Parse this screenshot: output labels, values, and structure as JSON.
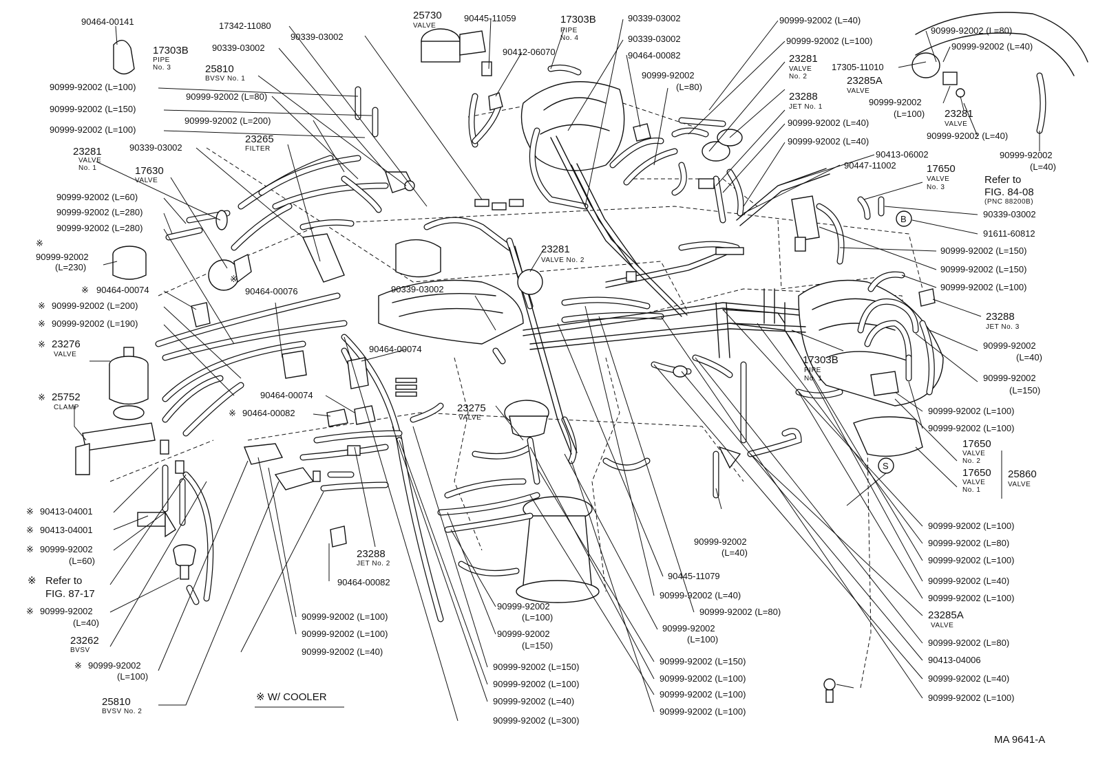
{
  "diagram": {
    "code": "MA 9641-A",
    "note": "※ W/ COOLER",
    "star": "※",
    "labels": [
      {
        "id": "l1",
        "text": "90464-00141"
      },
      {
        "id": "l2",
        "text": "17303B"
      },
      {
        "id": "l2a",
        "text": "PIPE"
      },
      {
        "id": "l2b",
        "text": "No. 3"
      },
      {
        "id": "l3",
        "text": "90999-92002 (L=100)"
      },
      {
        "id": "l4",
        "text": "90999-92002 (L=150)"
      },
      {
        "id": "l5",
        "text": "90999-92002 (L=100)"
      },
      {
        "id": "l6",
        "text": "23281"
      },
      {
        "id": "l6a",
        "text": "VALVE"
      },
      {
        "id": "l6b",
        "text": "No. 1"
      },
      {
        "id": "l7",
        "text": "17630"
      },
      {
        "id": "l7a",
        "text": "VALVE"
      },
      {
        "id": "l8",
        "text": "90999-92002 (L=60)"
      },
      {
        "id": "l9",
        "text": "90999-92002 (L=280)"
      },
      {
        "id": "l10",
        "text": "90999-92002 (L=280)"
      },
      {
        "id": "l11",
        "text": "90999-92002"
      },
      {
        "id": "l11a",
        "text": "(L=230)"
      },
      {
        "id": "l12",
        "text": "90464-00074"
      },
      {
        "id": "l13",
        "text": "90999-92002 (L=200)"
      },
      {
        "id": "l14",
        "text": "90999-92002 (L=190)"
      },
      {
        "id": "l15",
        "text": "23276"
      },
      {
        "id": "l15a",
        "text": "VALVE"
      },
      {
        "id": "l16",
        "text": "25752"
      },
      {
        "id": "l16a",
        "text": "CLAMP"
      },
      {
        "id": "l17",
        "text": "90413-04001"
      },
      {
        "id": "l18",
        "text": "90413-04001"
      },
      {
        "id": "l19",
        "text": "90999-92002"
      },
      {
        "id": "l19a",
        "text": "(L=60)"
      },
      {
        "id": "l20",
        "text": "Refer to"
      },
      {
        "id": "l20a",
        "text": "FIG. 87-17"
      },
      {
        "id": "l21",
        "text": "90999-92002"
      },
      {
        "id": "l21a",
        "text": "(L=40)"
      },
      {
        "id": "l22",
        "text": "23262"
      },
      {
        "id": "l22a",
        "text": "BVSV"
      },
      {
        "id": "l23",
        "text": "90999-92002"
      },
      {
        "id": "l23a",
        "text": "(L=100)"
      },
      {
        "id": "l24",
        "text": "25810"
      },
      {
        "id": "l24a",
        "text": "BVSV No. 2"
      },
      {
        "id": "l25",
        "text": "17342-11080"
      },
      {
        "id": "l26",
        "text": "90339-03002"
      },
      {
        "id": "l27",
        "text": "90339-03002"
      },
      {
        "id": "l28",
        "text": "25810"
      },
      {
        "id": "l28a",
        "text": "BVSV No. 1"
      },
      {
        "id": "l29",
        "text": "90999-92002 (L=80)"
      },
      {
        "id": "l30",
        "text": "90999-92002 (L=200)"
      },
      {
        "id": "l31",
        "text": "23265"
      },
      {
        "id": "l31a",
        "text": "FILTER"
      },
      {
        "id": "l32",
        "text": "90339-03002"
      },
      {
        "id": "l33",
        "text": "90464-00076"
      },
      {
        "id": "l34",
        "text": "25730"
      },
      {
        "id": "l34a",
        "text": "VALVE"
      },
      {
        "id": "l35",
        "text": "90445-11059"
      },
      {
        "id": "l36",
        "text": "90412-06070"
      },
      {
        "id": "l37",
        "text": "17303B"
      },
      {
        "id": "l37a",
        "text": "PIPE"
      },
      {
        "id": "l37b",
        "text": "No. 4"
      },
      {
        "id": "l38",
        "text": "90339-03002"
      },
      {
        "id": "l39",
        "text": "90339-03002"
      },
      {
        "id": "l40",
        "text": "90464-00082"
      },
      {
        "id": "l41",
        "text": "90999-92002"
      },
      {
        "id": "l41a",
        "text": "(L=80)"
      },
      {
        "id": "l42",
        "text": "23281"
      },
      {
        "id": "l42a",
        "text": "VALVE No. 2"
      },
      {
        "id": "l43",
        "text": "90339-03002"
      },
      {
        "id": "l44",
        "text": "90464-00074"
      },
      {
        "id": "l45",
        "text": "90464-00074"
      },
      {
        "id": "l46",
        "text": "90464-00082"
      },
      {
        "id": "l47",
        "text": "23275"
      },
      {
        "id": "l47a",
        "text": "VALVE"
      },
      {
        "id": "l48",
        "text": "23288"
      },
      {
        "id": "l48a",
        "text": "JET No. 2"
      },
      {
        "id": "l49",
        "text": "90464-00082"
      },
      {
        "id": "l50",
        "text": "90999-92002 (L=100)"
      },
      {
        "id": "l51",
        "text": "90999-92002 (L=100)"
      },
      {
        "id": "l52",
        "text": "90999-92002 (L=40)"
      },
      {
        "id": "l53",
        "text": "90999-92002"
      },
      {
        "id": "l53a",
        "text": "(L=100)"
      },
      {
        "id": "l54",
        "text": "90999-92002"
      },
      {
        "id": "l54a",
        "text": "(L=150)"
      },
      {
        "id": "l55",
        "text": "90999-92002 (L=150)"
      },
      {
        "id": "l56",
        "text": "90999-92002 (L=100)"
      },
      {
        "id": "l57",
        "text": "90999-92002 (L=40)"
      },
      {
        "id": "l58",
        "text": "90999-92002 (L=300)"
      },
      {
        "id": "l59",
        "text": "90445-11079"
      },
      {
        "id": "l60",
        "text": "90999-92002 (L=40)"
      },
      {
        "id": "l61",
        "text": "90999-92002 (L=80)"
      },
      {
        "id": "l62",
        "text": "90999-92002"
      },
      {
        "id": "l62a",
        "text": "(L=100)"
      },
      {
        "id": "l63",
        "text": "90999-92002 (L=150)"
      },
      {
        "id": "l64",
        "text": "90999-92002 (L=100)"
      },
      {
        "id": "l65",
        "text": "90999-92002 (L=100)"
      },
      {
        "id": "l66",
        "text": "90999-92002 (L=100)"
      },
      {
        "id": "l67",
        "text": "90999-92002"
      },
      {
        "id": "l67a",
        "text": "(L=40)"
      },
      {
        "id": "l68",
        "text": "90999-92002 (L=40)"
      },
      {
        "id": "l69",
        "text": "90999-92002 (L=100)"
      },
      {
        "id": "l70",
        "text": "23281"
      },
      {
        "id": "l70a",
        "text": "VALVE"
      },
      {
        "id": "l70b",
        "text": "No. 2"
      },
      {
        "id": "l71",
        "text": "23285A"
      },
      {
        "id": "l71a",
        "text": "VALVE"
      },
      {
        "id": "l72",
        "text": "23288"
      },
      {
        "id": "l72a",
        "text": "JET No. 1"
      },
      {
        "id": "l73",
        "text": "90999-92002 (L=40)"
      },
      {
        "id": "l74",
        "text": "90999-92002 (L=40)"
      },
      {
        "id": "l75",
        "text": "90413-06002"
      },
      {
        "id": "l76",
        "text": "90447-11002"
      },
      {
        "id": "l77",
        "text": "90999-92002 (L=80)"
      },
      {
        "id": "l78",
        "text": "90999-92002 (L=40)"
      },
      {
        "id": "l79",
        "text": "17305-11010"
      },
      {
        "id": "l80",
        "text": "90999-92002"
      },
      {
        "id": "l80a",
        "text": "(L=100)"
      },
      {
        "id": "l81",
        "text": "23281"
      },
      {
        "id": "l81a",
        "text": "VALVE"
      },
      {
        "id": "l82",
        "text": "90999-92002 (L=40)"
      },
      {
        "id": "l83",
        "text": "90999-92002"
      },
      {
        "id": "l83a",
        "text": "(L=40)"
      },
      {
        "id": "l84",
        "text": "17650"
      },
      {
        "id": "l84a",
        "text": "VALVE"
      },
      {
        "id": "l84b",
        "text": "No. 3"
      },
      {
        "id": "l85",
        "text": "Refer to"
      },
      {
        "id": "l85a",
        "text": "FIG. 84-08"
      },
      {
        "id": "l85b",
        "text": "(PNC 88200B)"
      },
      {
        "id": "l86",
        "text": "90339-03002"
      },
      {
        "id": "l87",
        "text": "91611-60812"
      },
      {
        "id": "l88",
        "text": "90999-92002 (L=150)"
      },
      {
        "id": "l89",
        "text": "90999-92002 (L=150)"
      },
      {
        "id": "l90",
        "text": "90999-92002 (L=100)"
      },
      {
        "id": "l91",
        "text": "23288"
      },
      {
        "id": "l91a",
        "text": "JET No. 3"
      },
      {
        "id": "l92",
        "text": "90999-92002"
      },
      {
        "id": "l92a",
        "text": "(L=40)"
      },
      {
        "id": "l93",
        "text": "90999-92002"
      },
      {
        "id": "l93a",
        "text": "(L=150)"
      },
      {
        "id": "l94",
        "text": "17303B"
      },
      {
        "id": "l94a",
        "text": "PIPE"
      },
      {
        "id": "l94b",
        "text": "No. 1"
      },
      {
        "id": "l95",
        "text": "90999-92002 (L=100)"
      },
      {
        "id": "l96",
        "text": "90999-92002 (L=100)"
      },
      {
        "id": "l97",
        "text": "17650"
      },
      {
        "id": "l97a",
        "text": "VALVE"
      },
      {
        "id": "l97b",
        "text": "No. 2"
      },
      {
        "id": "l98",
        "text": "17650"
      },
      {
        "id": "l98a",
        "text": "VALVE"
      },
      {
        "id": "l98b",
        "text": "No. 1"
      },
      {
        "id": "l99",
        "text": "25860"
      },
      {
        "id": "l99a",
        "text": "VALVE"
      },
      {
        "id": "l100",
        "text": "90999-92002 (L=100)"
      },
      {
        "id": "l101",
        "text": "90999-92002 (L=80)"
      },
      {
        "id": "l102",
        "text": "90999-92002 (L=100)"
      },
      {
        "id": "l103",
        "text": "90999-92002 (L=40)"
      },
      {
        "id": "l104",
        "text": "90999-92002 (L=100)"
      },
      {
        "id": "l105",
        "text": "23285A"
      },
      {
        "id": "l105a",
        "text": "VALVE"
      },
      {
        "id": "l106",
        "text": "90999-92002 (L=80)"
      },
      {
        "id": "l107",
        "text": "90413-04006"
      },
      {
        "id": "l108",
        "text": "90999-92002 (L=40)"
      },
      {
        "id": "l109",
        "text": "90999-92002 (L=100)"
      },
      {
        "id": "l110",
        "text": "B"
      },
      {
        "id": "l111",
        "text": "S"
      }
    ]
  }
}
